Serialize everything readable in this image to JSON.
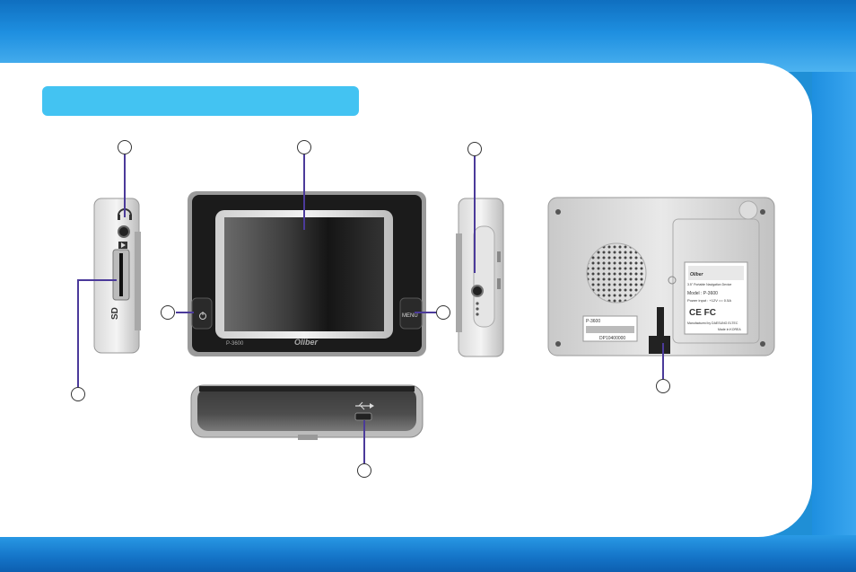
{
  "colors": {
    "header_accent": "#43c3f2",
    "leader_line": "#4b3a9a",
    "band": "#1e8fe0"
  },
  "front": {
    "model_label": "P-3600",
    "brand": "Oliber",
    "menu_label": "MENU"
  },
  "back": {
    "label_brand": "Oliber",
    "label_subtitle": "3.5\" Portable Navigation Device",
    "label_model": "Model : P-3600",
    "label_power": "Power input : +12V == 0.5A",
    "label_certs": "CE FC",
    "label_maker": "Manufactured by DAESUNG ELTEC",
    "label_origin": "Made in KOREA",
    "sticker_model": "P-3600",
    "sticker_serial": "DP10400000"
  },
  "icons": [
    "headphone-icon",
    "power-icon",
    "usb-icon",
    "sd-card-icon"
  ]
}
